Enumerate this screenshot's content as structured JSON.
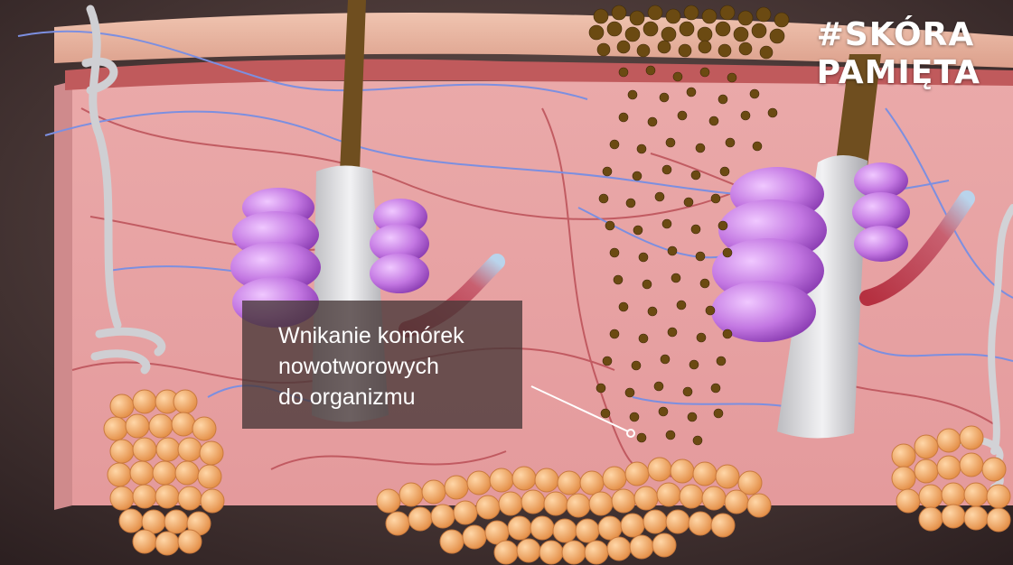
{
  "overlay": {
    "hashtag_line1": "#SKÓRA",
    "hashtag_line2": "PAMIĘTA"
  },
  "caption": {
    "line1": "Wnikanie komórek",
    "line2": "nowotworowych",
    "line3": "do organizmu"
  },
  "colors": {
    "background": "#3a2a2a",
    "dermis": "#e8a3a3",
    "epidermis": "#e9b9a6",
    "fat_cells": "#f0a860",
    "sweat_gland": "#c77be0",
    "melanoma_cells": "#6b4a12",
    "hair": "#6b4a1e",
    "nerve": "#7a8fd8",
    "blood_vessel": "#b8404a",
    "caption_box": "#463737"
  },
  "icons": {
    "sweat_gland": "sweat-gland-icon",
    "fat_cluster": "fat-cells-icon",
    "melanoma": "melanoma-cells-icon"
  }
}
